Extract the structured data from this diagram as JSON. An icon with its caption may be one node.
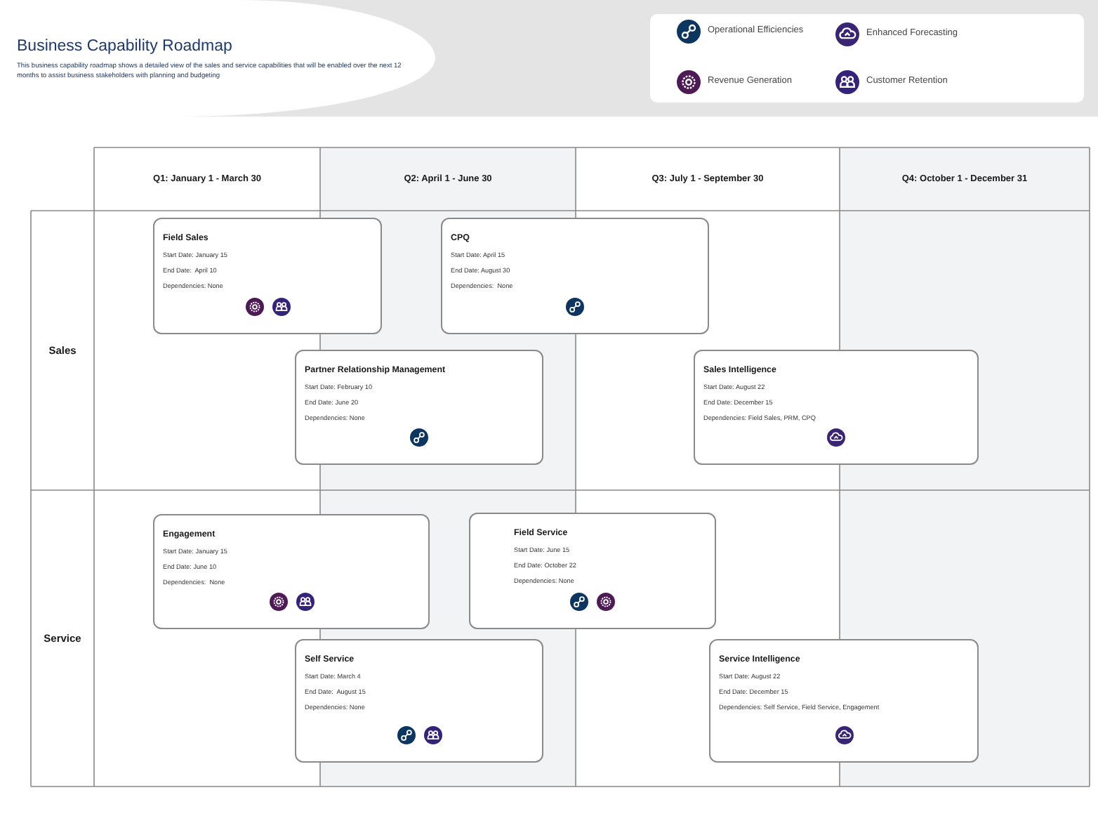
{
  "diagram": {
    "title": "Business Capability Roadmap",
    "nodes": [
      {
        "text": [
          "Field Sales",
          "Start Date: January 15",
          "End Date:  April 10",
          "Dependencies: None"
        ]
      },
      {
        "text": [
          "CPQ",
          "Start Date: April 15",
          "End Date: August 30",
          "Dependencies:  None"
        ]
      },
      {
        "text": [
          "Partner Relationship Management",
          "Start Date: February 10",
          "End Date: June 20",
          "Dependencies: None"
        ]
      },
      {
        "text": [
          "Sales Intelligence",
          "Start Date: August 22",
          "End Date: December 15",
          "Dependencies: Field Sales, PRM, CPQ"
        ]
      },
      {
        "text": [
          "Engagement",
          "Start Date: January 15",
          "End Date: June 10",
          "Dependencies:  None"
        ]
      },
      {
        "text": [
          "Field Service",
          "Start Date: June 15",
          "End Date: October 22",
          "Dependencies: None"
        ]
      },
      {
        "text": [
          "Self Service",
          "Start Date: March 4",
          "End Date:  August 15",
          "Dependencies: None"
        ]
      },
      {
        "text": [
          "Service Intelligence",
          "Start Date: August 22",
          "End Date: December 15",
          "Dependencies: Self Service, Field Service, Engagement"
        ]
      }
    ],
    "labels": [
      "This business capability roadmap shows a detailed view of the sales and service capabilities that will be enabled over the next 12 months to assist business stakeholders with planning and budgeting",
      "Q1: January 1  - March 30",
      "Q2: April 1 - June 30",
      "Q3: July 1 - September 30",
      "Q4: October 1 - December 31",
      "Sales",
      "Service"
    ],
    "legend": [
      {
        "text": "Operational Efficiencies"
      },
      {
        "text": "Enhanced Forecasting"
      },
      {
        "text": "Revenue Generation"
      },
      {
        "text": "Customer Retention"
      }
    ]
  }
}
